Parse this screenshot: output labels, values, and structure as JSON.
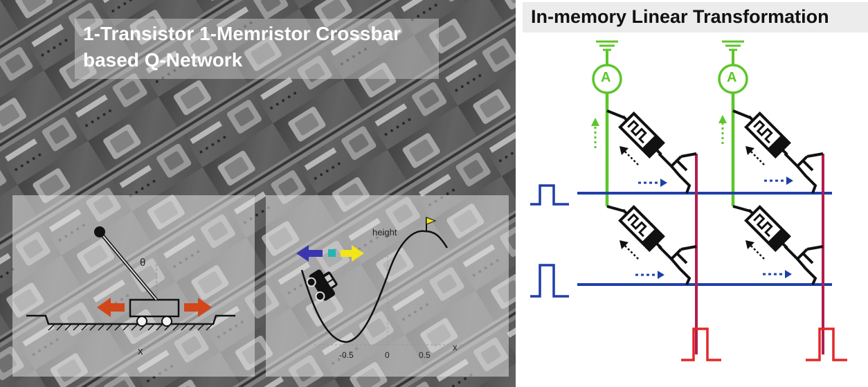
{
  "left_panel": {
    "title_line1": "1-Transistor 1-Memristor Crossbar",
    "title_line2": "based Q-Network",
    "cartpole": {
      "angle_label": "θ",
      "x_label": "x"
    },
    "mountain_car": {
      "height_label": "height",
      "x_label": "x",
      "ticks": [
        "-0.5",
        "0",
        "0.5"
      ]
    }
  },
  "right_panel": {
    "title": "In-memory Linear Transformation",
    "ammeter_label": "A"
  },
  "colors": {
    "green_line": "#5cc62a",
    "blue_line": "#1f3fa8",
    "red_pulse": "#e0282a",
    "crimson_line": "#b01e4e",
    "orange_arrow": "#d2461a",
    "purple_arrow": "#3a36b0",
    "teal_square": "#23b5b0",
    "yellow_arrow": "#f3e51a"
  },
  "icons": [
    "ground-icon",
    "ammeter-icon",
    "memristor-icon",
    "transistor-icon",
    "pulse-icon",
    "flag-icon",
    "car-icon",
    "cart-icon"
  ]
}
